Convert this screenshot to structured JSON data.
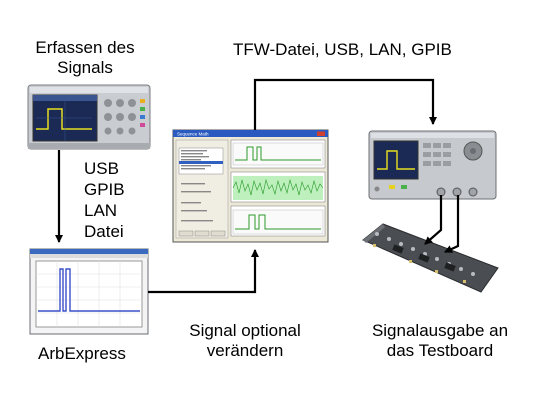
{
  "labels": {
    "capture_line1": "Erfassen des",
    "capture_line2": "Signals",
    "transfer": "TFW-Datei, USB, LAN, GPIB",
    "interfaces": [
      "USB",
      "GPIB",
      "LAN",
      "Datei"
    ],
    "arbexpress": "ArbExpress",
    "modify_line1": "Signal optional",
    "modify_line2": "verändern",
    "output_line1": "Signalausgabe an",
    "output_line2": "das Testboard"
  },
  "software_window": {
    "title": "Sequence Math"
  },
  "colors": {
    "arrow": "#000000",
    "scope_screen": "#1a2a55",
    "waveform_yellow": "#e8e020",
    "waveform_green": "#7fd07f",
    "board_pcb": "#4a4e52"
  }
}
